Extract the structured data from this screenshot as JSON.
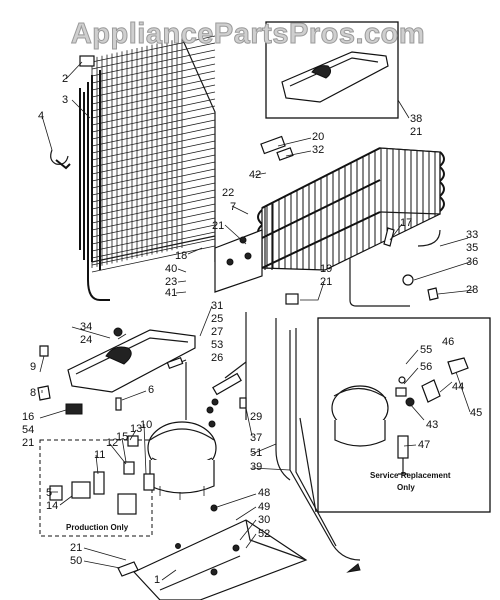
{
  "watermark": "AppliancePartsPros.com",
  "insets": {
    "production": "Production Only",
    "service_line1": "Service Replacement",
    "service_line2": "Only"
  },
  "callouts": [
    {
      "id": "c2",
      "text": "2"
    },
    {
      "id": "c3",
      "text": "3"
    },
    {
      "id": "c4",
      "text": "4"
    },
    {
      "id": "c20",
      "text": "20"
    },
    {
      "id": "c32",
      "text": "32"
    },
    {
      "id": "c42",
      "text": "42"
    },
    {
      "id": "c22",
      "text": "22"
    },
    {
      "id": "c7",
      "text": "7"
    },
    {
      "id": "c38",
      "text": "38"
    },
    {
      "id": "c21a",
      "text": "21"
    },
    {
      "id": "c17",
      "text": "17"
    },
    {
      "id": "c21b",
      "text": "21"
    },
    {
      "id": "c18",
      "text": "18"
    },
    {
      "id": "c40",
      "text": "40"
    },
    {
      "id": "c23",
      "text": "23"
    },
    {
      "id": "c41",
      "text": "41"
    },
    {
      "id": "c19",
      "text": "19"
    },
    {
      "id": "c21c",
      "text": "21"
    },
    {
      "id": "c33",
      "text": "33"
    },
    {
      "id": "c35",
      "text": "35"
    },
    {
      "id": "c36",
      "text": "36"
    },
    {
      "id": "c28",
      "text": "28"
    },
    {
      "id": "c31",
      "text": "31"
    },
    {
      "id": "c25",
      "text": "25"
    },
    {
      "id": "c27",
      "text": "27"
    },
    {
      "id": "c53",
      "text": "53"
    },
    {
      "id": "c26",
      "text": "26"
    },
    {
      "id": "c34",
      "text": "34"
    },
    {
      "id": "c24",
      "text": "24"
    },
    {
      "id": "c9",
      "text": "9"
    },
    {
      "id": "c8",
      "text": "8"
    },
    {
      "id": "c6",
      "text": "6"
    },
    {
      "id": "c16",
      "text": "16"
    },
    {
      "id": "c54",
      "text": "54"
    },
    {
      "id": "c21d",
      "text": "21"
    },
    {
      "id": "c55",
      "text": "55"
    },
    {
      "id": "c46",
      "text": "46"
    },
    {
      "id": "c56",
      "text": "56"
    },
    {
      "id": "c45",
      "text": "45"
    },
    {
      "id": "c44",
      "text": "44"
    },
    {
      "id": "c43",
      "text": "43"
    },
    {
      "id": "c47",
      "text": "47"
    },
    {
      "id": "c29",
      "text": "29"
    },
    {
      "id": "c37",
      "text": "37"
    },
    {
      "id": "c51",
      "text": "51"
    },
    {
      "id": "c39",
      "text": "39"
    },
    {
      "id": "c13",
      "text": "13"
    },
    {
      "id": "c15",
      "text": "15"
    },
    {
      "id": "c12",
      "text": "12"
    },
    {
      "id": "c11",
      "text": "11"
    },
    {
      "id": "c10",
      "text": "10"
    },
    {
      "id": "c5",
      "text": "5"
    },
    {
      "id": "c14",
      "text": "14"
    },
    {
      "id": "c48",
      "text": "48"
    },
    {
      "id": "c49",
      "text": "49"
    },
    {
      "id": "c30",
      "text": "30"
    },
    {
      "id": "c52",
      "text": "52"
    },
    {
      "id": "c21e",
      "text": "21"
    },
    {
      "id": "c50",
      "text": "50"
    },
    {
      "id": "c1",
      "text": "1"
    }
  ]
}
